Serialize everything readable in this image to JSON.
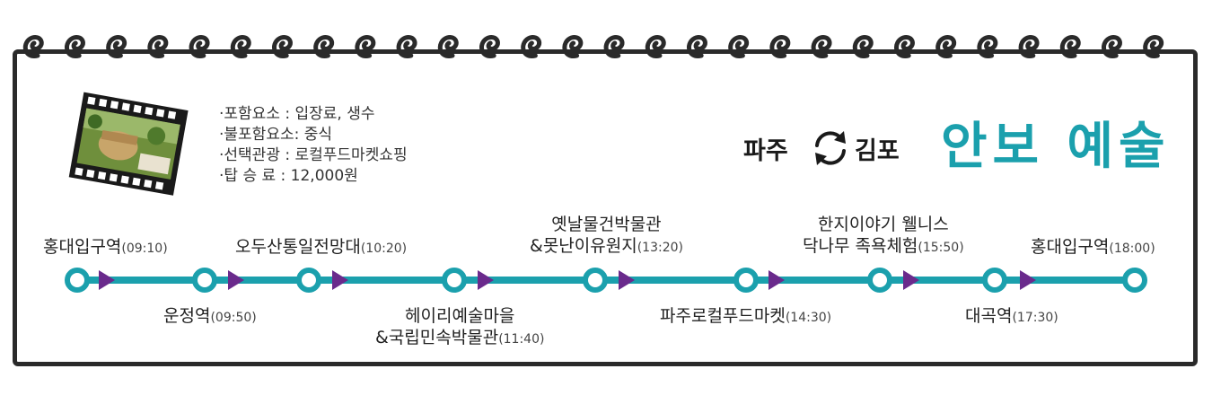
{
  "info": {
    "included": "·포함요소 : 입장료, 생수",
    "excluded": "·불포함요소: 중식",
    "optional": "·선택관광 : 로컬푸드마켓쇼핑",
    "fare": "·탑 승 료  : 12,000원"
  },
  "route": {
    "from": "파주",
    "to": "김포",
    "icon": "round-trip-arrows-icon"
  },
  "title": "안보 예술",
  "colors": {
    "line": "#1ba0ad",
    "arrow": "#6a2a8c",
    "border": "#2a2a2a"
  },
  "stops": [
    {
      "name": "홍대입구역",
      "time": "(09:10)"
    },
    {
      "name": "운정역",
      "time": "(09:50)"
    },
    {
      "name": "오두산통일전망대",
      "time": "(10:20)"
    },
    {
      "name": "헤이리예술마을",
      "name2": "&국립민속박물관",
      "time": "(11:40)"
    },
    {
      "name": "옛날물건박물관",
      "name2": "&못난이유원지",
      "time": "(13:20)"
    },
    {
      "name": "파주로컬푸드마켓",
      "time": "(14:30)"
    },
    {
      "name": "한지이야기 웰니스",
      "name2": "닥나무 족욕체험",
      "time": "(15:50)"
    },
    {
      "name": "대곡역",
      "time": "(17:30)"
    },
    {
      "name": "홍대입구역",
      "time": "(18:00)"
    }
  ]
}
